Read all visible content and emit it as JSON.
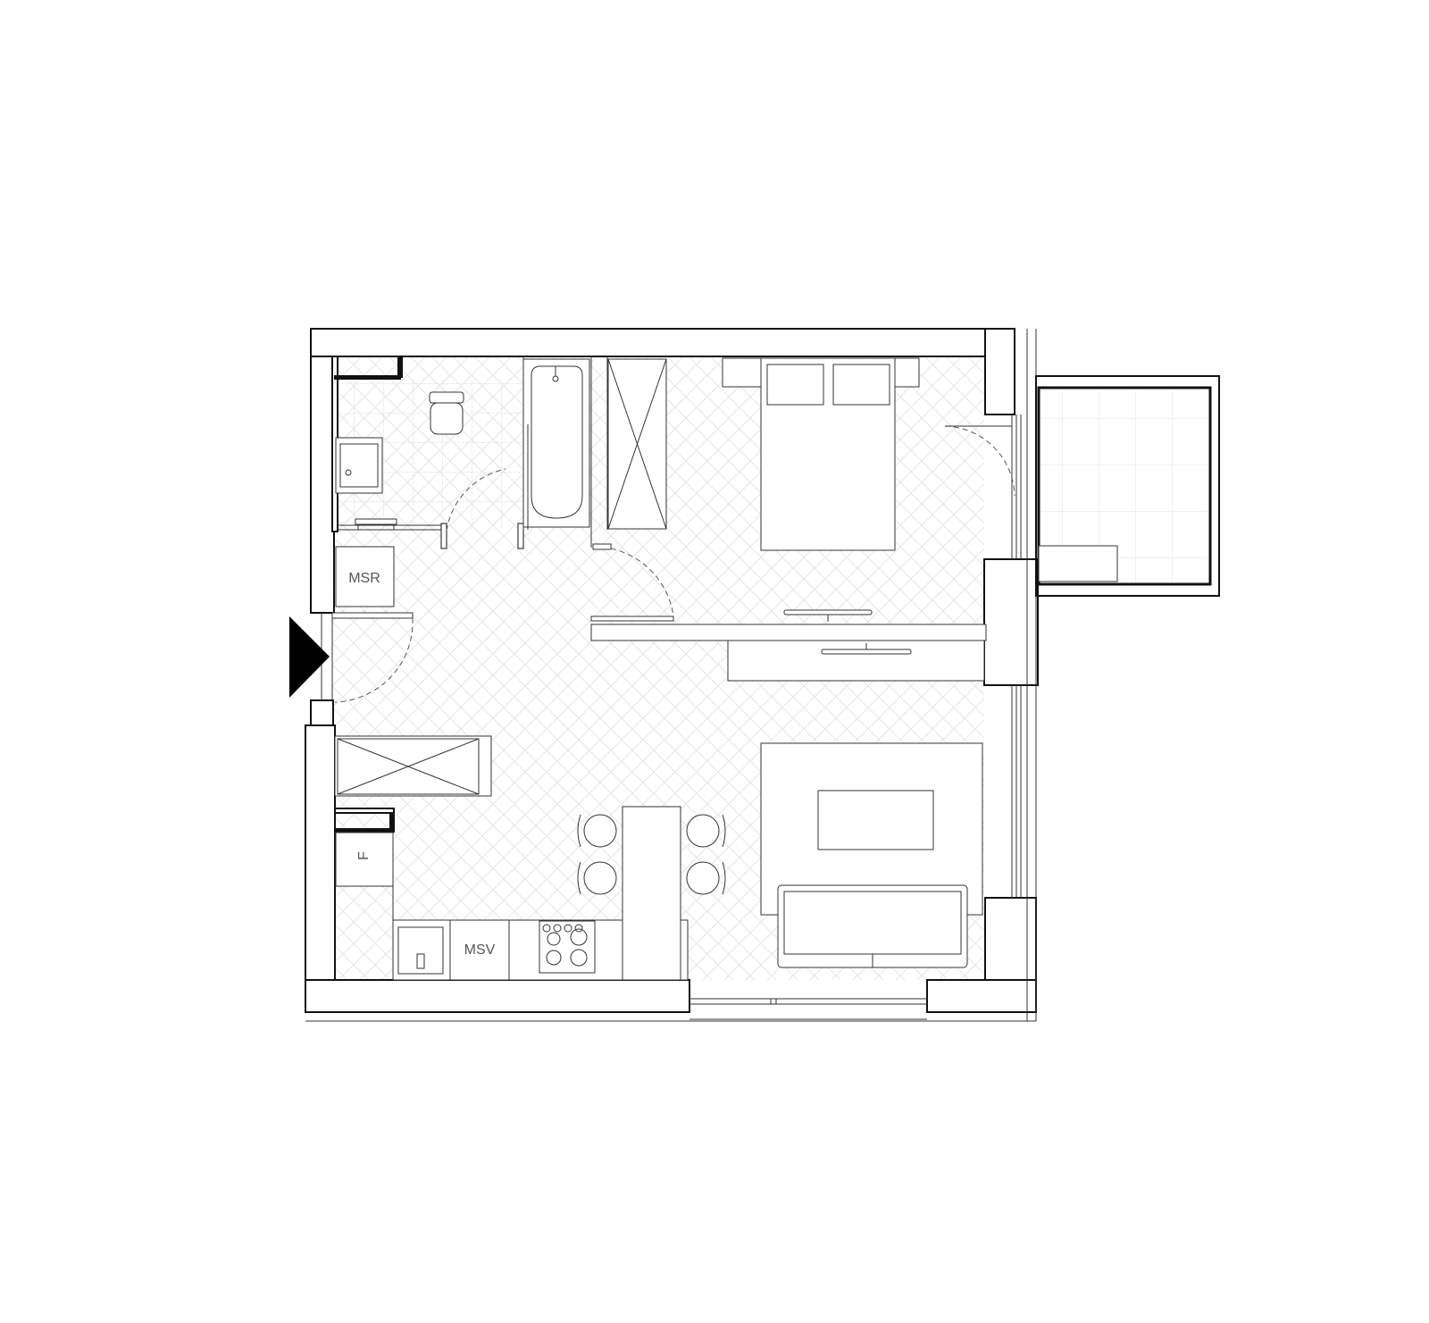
{
  "plan": {
    "labels": {
      "msr": "MSR",
      "msv": "MSV",
      "fridge": "F"
    },
    "entrance_icon": "entrance-arrow-icon",
    "colors": {
      "wall_stroke": "#111111",
      "line": "#333333",
      "floor_pattern": "#e6e6e6",
      "tile_grid": "#e2e2e2",
      "background": "#ffffff"
    }
  }
}
